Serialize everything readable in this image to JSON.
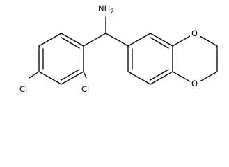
{
  "molecule": {
    "atom_labels": {
      "amine": "NH",
      "amine_subscript": "2",
      "chlorine_para": "Cl",
      "chlorine_ortho": "Cl",
      "oxygen_upper": "O",
      "oxygen_lower": "O"
    }
  },
  "colors": {
    "bond": "#000000",
    "background": "#ffffff"
  }
}
